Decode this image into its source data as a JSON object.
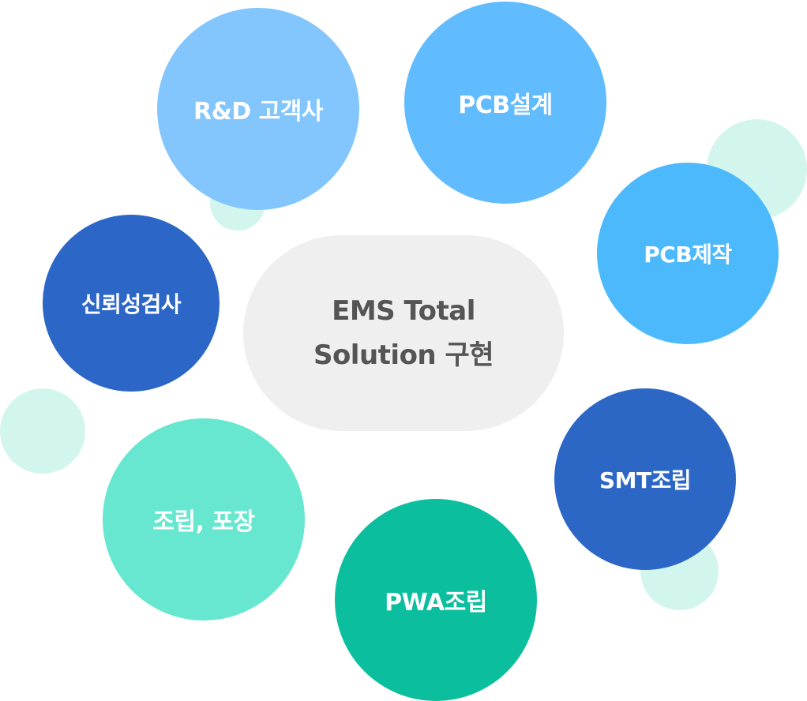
{
  "center": {
    "line1": "EMS Total",
    "line2": "Solution 구현"
  },
  "bubbles": {
    "rnd": "R&D 고객사",
    "pcb_design": "PCB설계",
    "pcb_manufacture": "PCB제작",
    "reliability": "신뢰성검사",
    "smt": "SMT조립",
    "assembly_packaging": "조립, 포장",
    "pwa": "PWA조립"
  },
  "colors": {
    "rnd": "#82c6fd",
    "pcb_design": "#60bcff",
    "pcb_manufacture": "#4db9fd",
    "reliability": "#2c67c7",
    "smt": "#2d67c6",
    "assembly_packaging": "#67e7cf",
    "pwa": "#0bbf9e",
    "decoration": "#d2f6ee",
    "center_fill": "#efefef",
    "center_text": "#555555"
  }
}
